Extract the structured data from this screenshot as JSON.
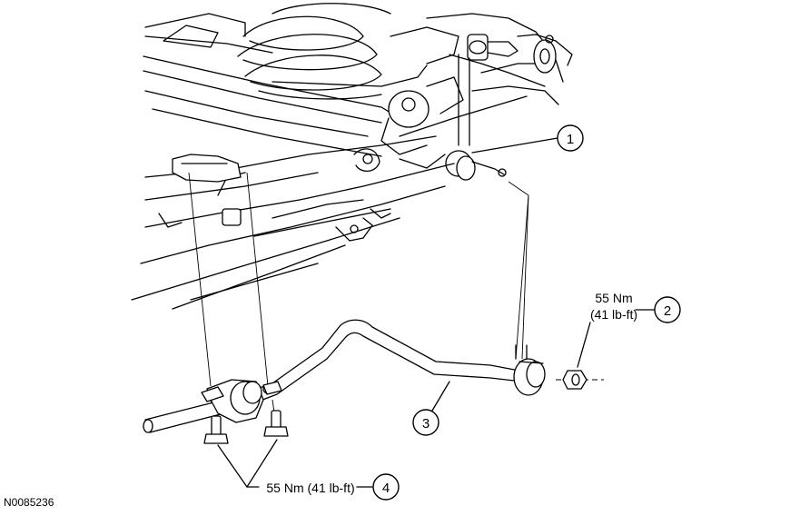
{
  "figure_id": "N0085236",
  "callouts": [
    {
      "number": "1"
    },
    {
      "number": "2",
      "torque": "55 Nm",
      "torque_imperial": "(41 lb-ft)"
    },
    {
      "number": "3"
    },
    {
      "number": "4",
      "torque": "55 Nm (41 lb-ft)"
    }
  ],
  "colors": {
    "ink": "#000000",
    "background": "#ffffff"
  }
}
